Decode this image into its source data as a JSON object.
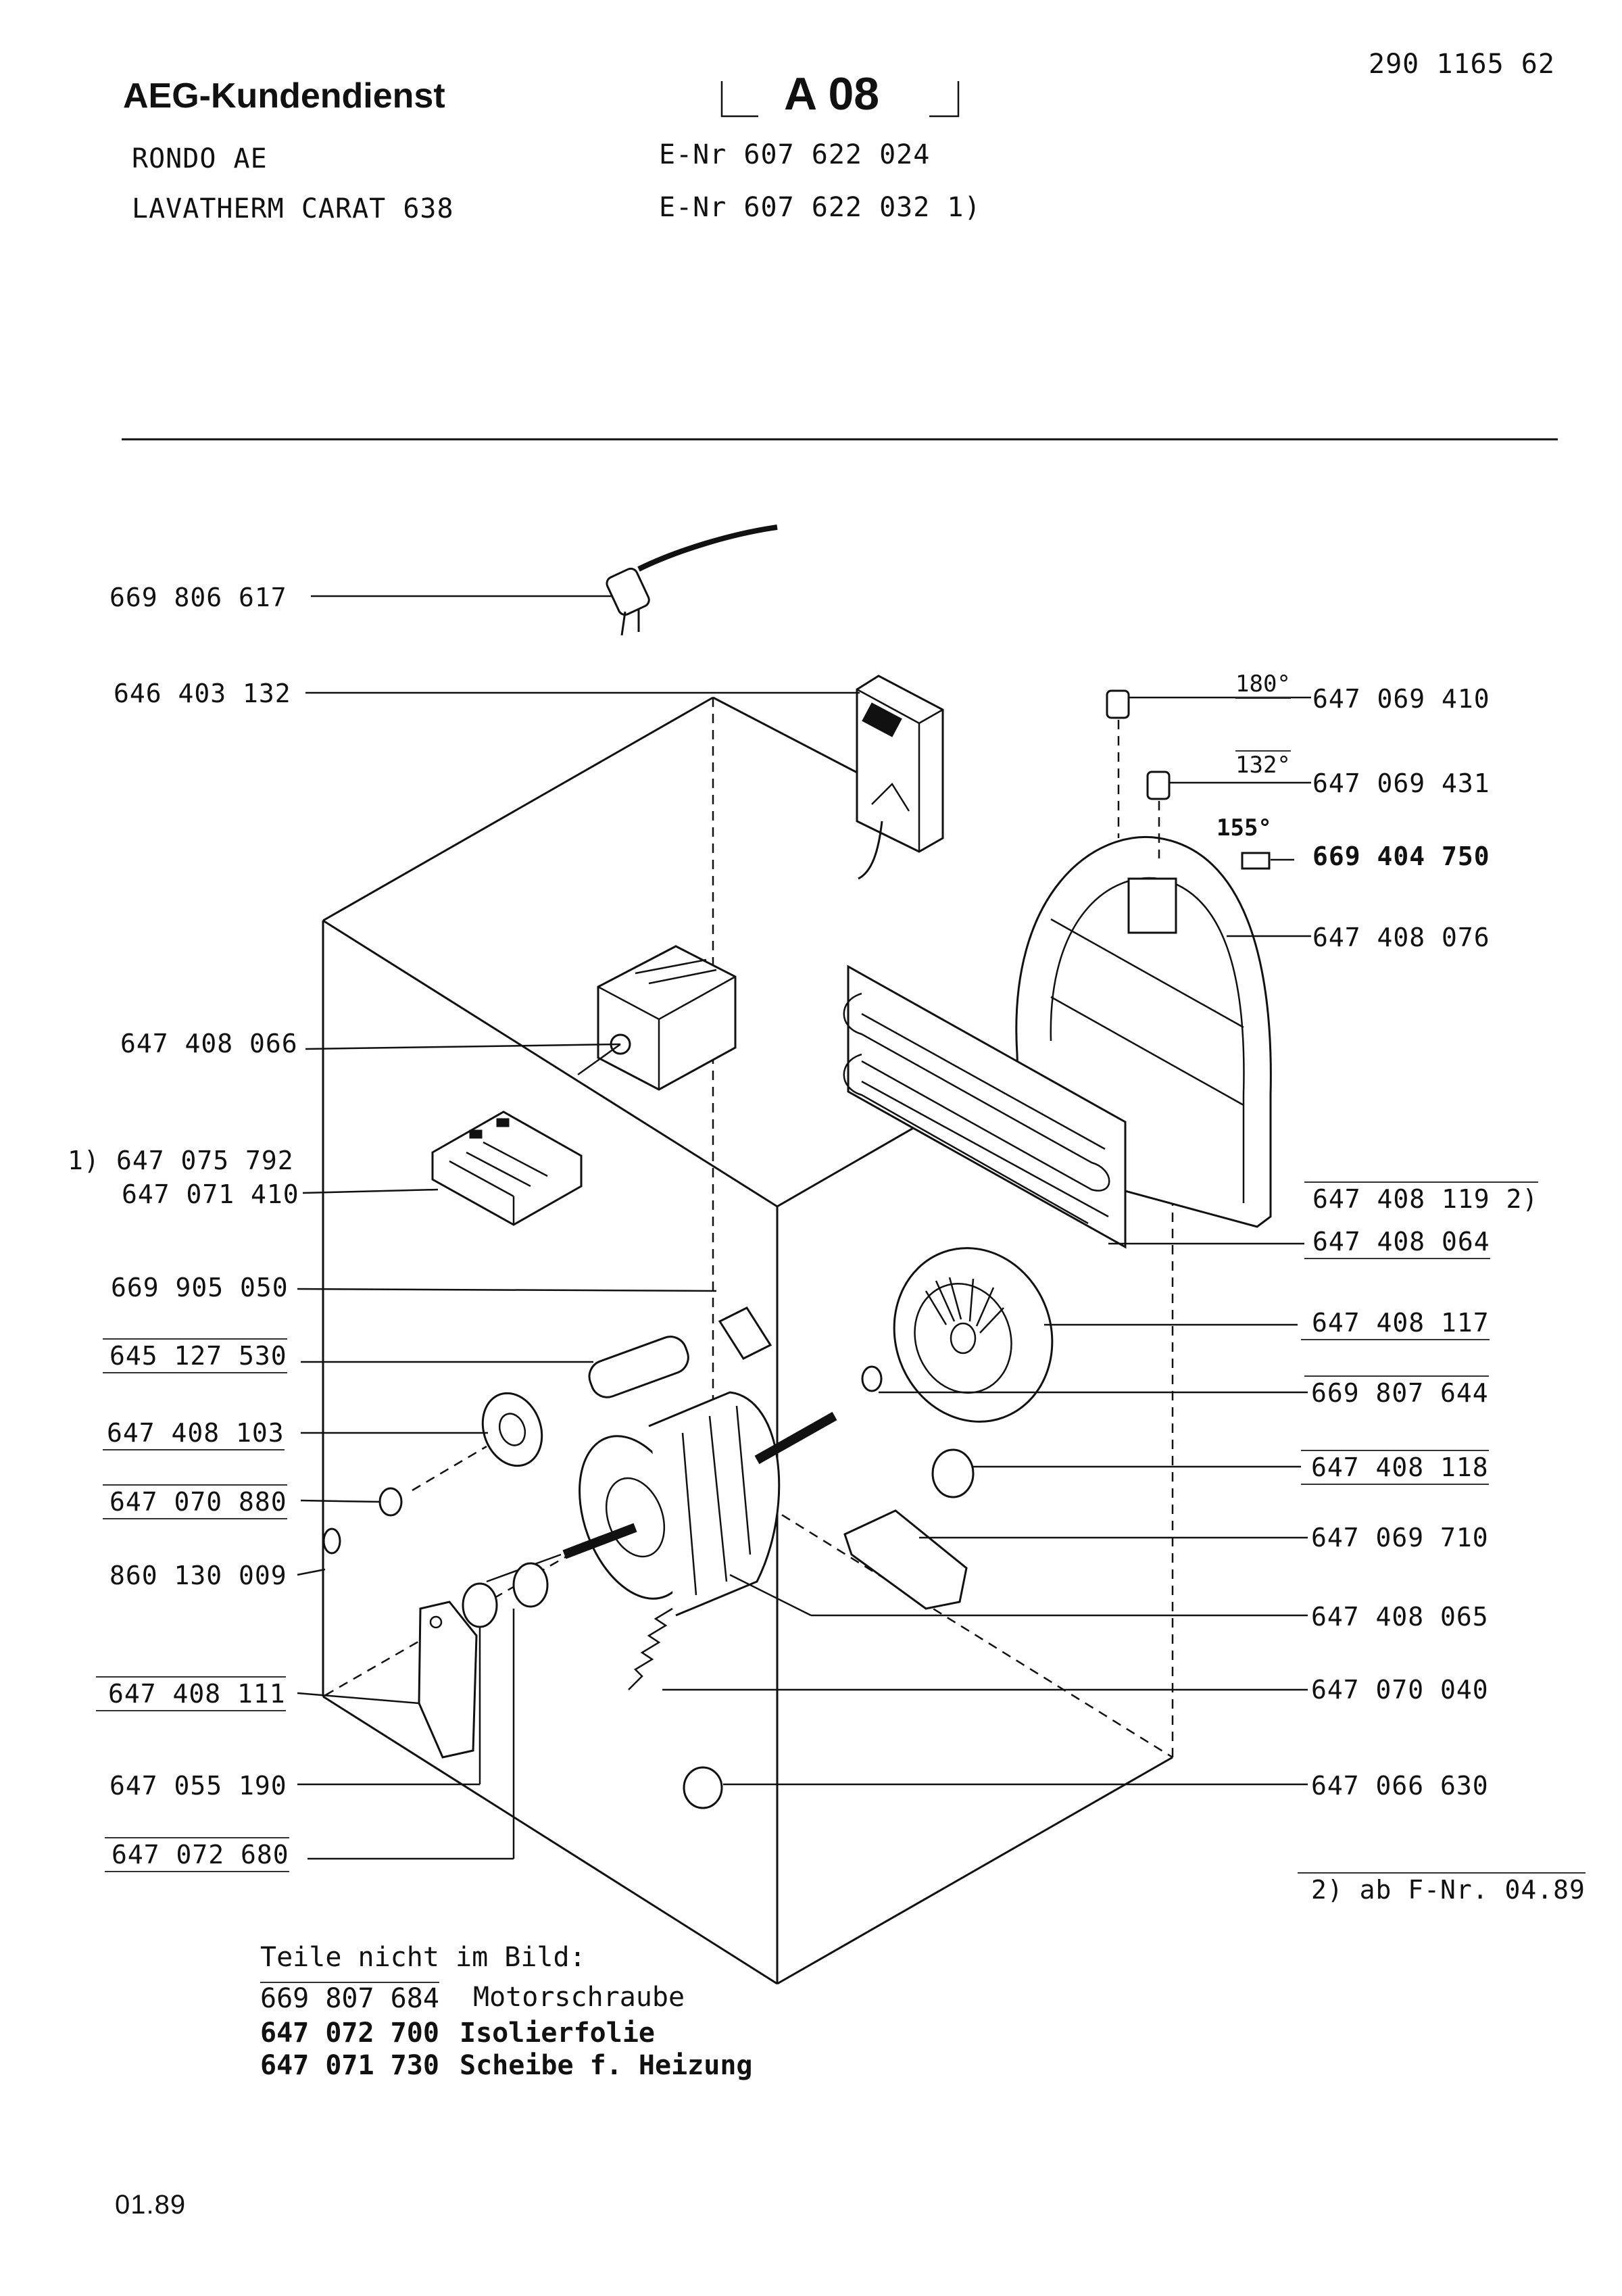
{
  "header": {
    "brand": "AEG-Kundendienst",
    "doc_number": "290 1165 62",
    "sheet": "A 08",
    "model_line1": "RONDO AE",
    "model_line2": "LAVATHERM CARAT 638",
    "enr1": "E-Nr 607 622 024",
    "enr2": "E-Nr 607 622 032 1)"
  },
  "left_parts": [
    {
      "number": "669 806 617"
    },
    {
      "number": "646 403 132"
    },
    {
      "number": "647 408 066"
    },
    {
      "prefix": "1)",
      "number": "647 075 792"
    },
    {
      "number": "647 071 410"
    },
    {
      "number": "669 905 050"
    },
    {
      "number": "645 127 530"
    },
    {
      "number": "647 408 103"
    },
    {
      "number": "647 070 880"
    },
    {
      "number": "860 130 009"
    },
    {
      "number": "647 408 111"
    },
    {
      "number": "647 055 190"
    },
    {
      "number": "647 072 680"
    }
  ],
  "right_parts": [
    {
      "number": "647 069 410",
      "angle": "180°"
    },
    {
      "number": "647 069 431",
      "angle": "132°"
    },
    {
      "number": "669 404 750",
      "angle": "155°"
    },
    {
      "number": "647 408 076"
    },
    {
      "number": "647 408 119 2)"
    },
    {
      "number": "647 408 064"
    },
    {
      "number": "647 408 117"
    },
    {
      "number": "669 807 644"
    },
    {
      "number": "647 408 118"
    },
    {
      "number": "647 069 710"
    },
    {
      "number": "647 408 065"
    },
    {
      "number": "647 070 040"
    },
    {
      "number": "647 066 630"
    }
  ],
  "footnote2": "2) ab F-Nr. 04.89",
  "not_shown": {
    "heading": "Teile nicht im Bild:",
    "items": [
      {
        "number": "669 807 684",
        "desc": "Motorschraube"
      },
      {
        "number": "647 072 700",
        "desc": "Isolierfolie"
      },
      {
        "number": "647 071 730",
        "desc": "Scheibe f. Heizung"
      }
    ]
  },
  "date": "01.89"
}
